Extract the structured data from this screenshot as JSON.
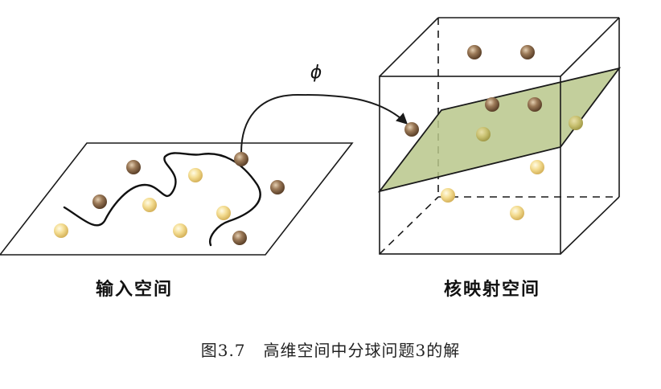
{
  "labels": {
    "input_space": "输入空间",
    "kernel_space": "核映射空间",
    "mapping_symbol": "ϕ"
  },
  "caption": {
    "figure_number": "图3.7",
    "title": "高维空间中分球问题3的解"
  },
  "colors": {
    "dark_ball": "#8a6a4c",
    "light_ball": "#e8cf80",
    "hyperplane_fill": "#b7c68a",
    "line": "#1a1a1a"
  }
}
